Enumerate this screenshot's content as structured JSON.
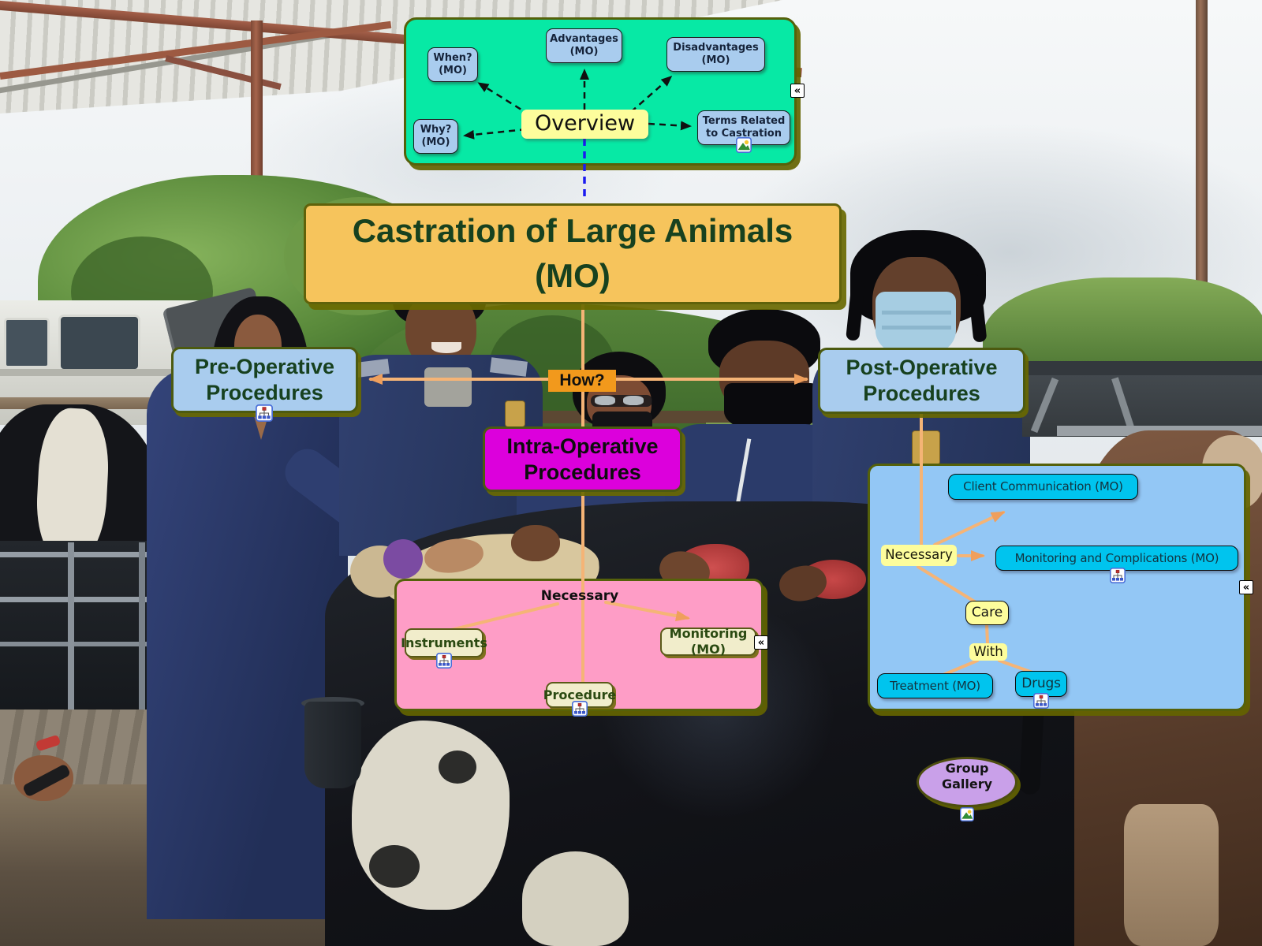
{
  "colors": {
    "group-green": "#07e9a5",
    "group-pink": "#fe9dc6",
    "group-blue": "#93c7f5",
    "node-blue": "#a9ccee",
    "node-cyan": "#00c4ee",
    "node-cream": "#f1edcb",
    "node-yellow": "#fdfd9c",
    "node-magenta": "#dc00dc",
    "node-orange-title": "#f6c45c",
    "how-orange": "#f2991c",
    "node-purple": "#c9a0e9",
    "link-orange": "#f5b476",
    "link-blue": "#1b1bf0",
    "border-olive": "#5a6408",
    "text-darkgreen": "#17411f"
  },
  "overview_group": {
    "linking_phrase": "Overview",
    "nodes": {
      "when": "When?\n(MO)",
      "advantages": "Advantages\n(MO)",
      "disadvantages": "Disadvantages\n(MO)",
      "why": "Why?\n(MO)",
      "terms": "Terms Related\nto Castration"
    }
  },
  "main_concept": "Castration of Large Animals\n(MO)",
  "how_link": "How?",
  "procedures": {
    "pre": "Pre-Operative\nProcedures",
    "post": "Post-Operative\nProcedures",
    "intra": "Intra-Operative\nProcedures"
  },
  "intra_group": {
    "linking_phrase": "Necessary",
    "nodes": {
      "instruments": "Instruments",
      "monitoring": "Monitoring (MO)",
      "procedure": "Procedure"
    }
  },
  "post_group": {
    "linking_phrases": {
      "necessary": "Necessary",
      "care": "Care",
      "with": "With"
    },
    "nodes": {
      "client_communication": "Client Communication (MO)",
      "monitoring_complications": "Monitoring and Complications (MO)",
      "treatment": "Treatment (MO)",
      "drugs": "Drugs"
    }
  },
  "gallery": {
    "label": "Group Gallery"
  },
  "ui": {
    "collapse_glyph": "«"
  },
  "icon_names": {
    "submap": "submap-icon",
    "image": "image-icon"
  }
}
